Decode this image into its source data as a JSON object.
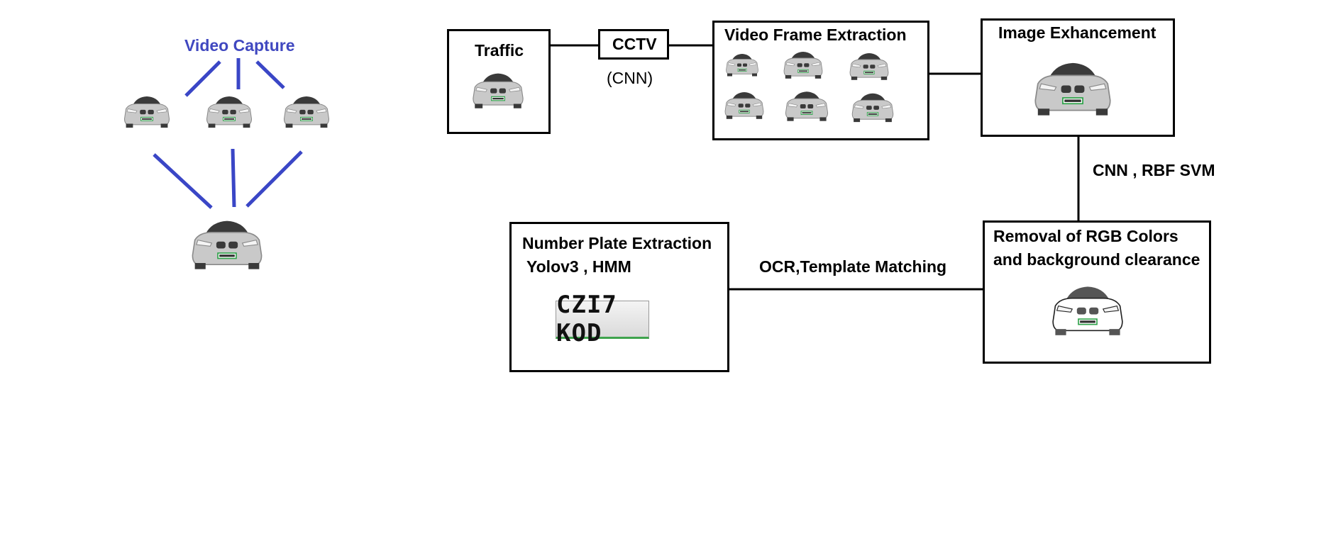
{
  "video_capture": {
    "title": "Video Capture"
  },
  "pipeline": {
    "traffic": {
      "title": "Traffic"
    },
    "cctv": {
      "title": "CCTV",
      "method": "(CNN)"
    },
    "frame_extraction": {
      "title": "Video Frame Extraction"
    },
    "image_enhancement": {
      "title": "Image Exhancement"
    },
    "enhancement_to_removal": {
      "label": "CNN , RBF SVM"
    },
    "removal": {
      "line1": "Removal of RGB Colors",
      "line2": "and background clearance"
    },
    "removal_to_plate": {
      "label": "OCR,Template Matching"
    },
    "plate_extraction": {
      "title": "Number Plate Extraction",
      "methods": "Yolov3 , HMM",
      "plate_text": "CZI7 KOD"
    }
  },
  "colors": {
    "accent": "#4048c0",
    "car_body": "#c8c8c8",
    "plate_green": "#3fa34d"
  }
}
